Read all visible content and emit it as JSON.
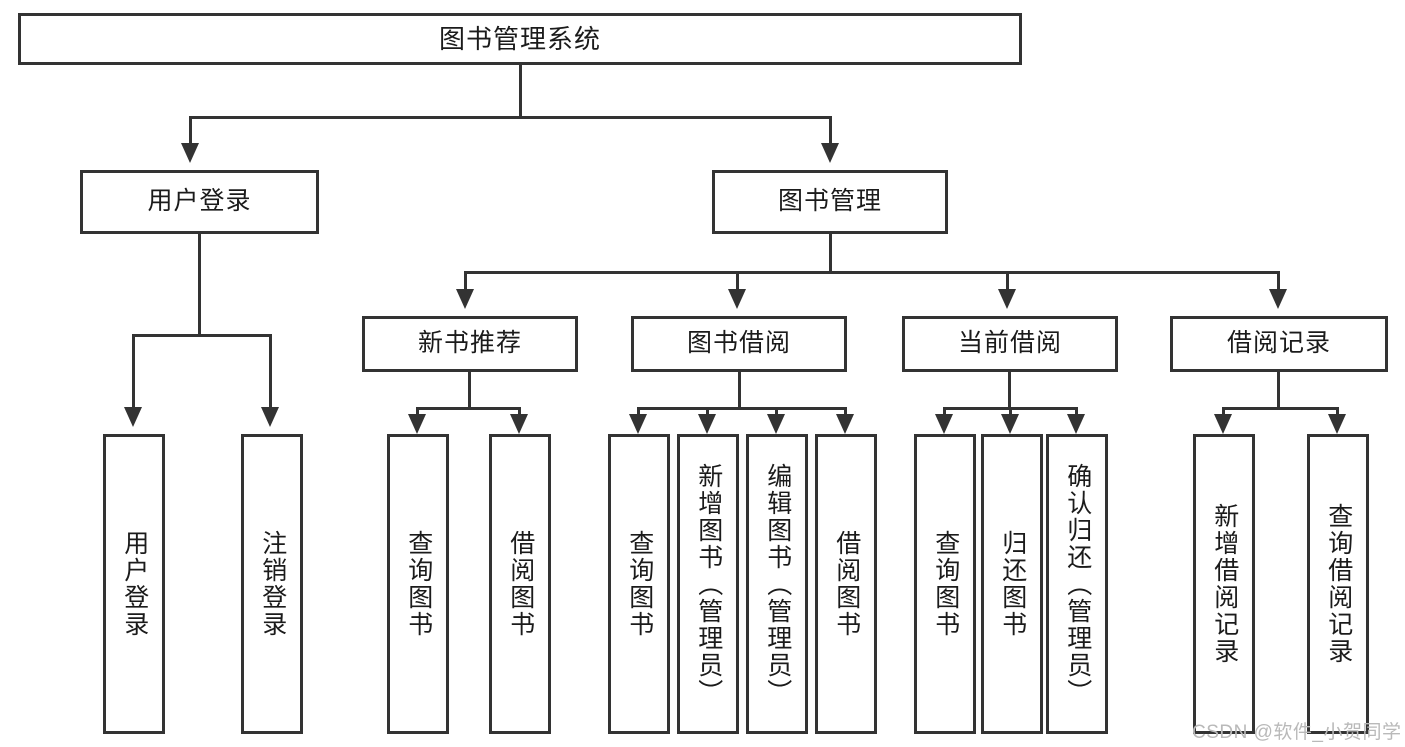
{
  "diagram": {
    "type": "tree",
    "title": "图书管理系统",
    "watermark": "CSDN @软件_小贺同学",
    "colors": {
      "line": "#333333",
      "text": "#1b1b1b",
      "background": "#ffffff",
      "watermark": "#b9b9b9"
    },
    "levels": {
      "root": {
        "label": "图书管理系统"
      },
      "branches": [
        {
          "id": "user-login",
          "label": "用户登录"
        },
        {
          "id": "book-management",
          "label": "图书管理"
        }
      ],
      "subbranches": [
        {
          "id": "new-book-recommend",
          "label": "新书推荐"
        },
        {
          "id": "book-borrow",
          "label": "图书借阅"
        },
        {
          "id": "current-borrow",
          "label": "当前借阅"
        },
        {
          "id": "borrow-record",
          "label": "借阅记录"
        }
      ],
      "leaves": [
        {
          "id": "leaf-user-login",
          "label": "用户登录",
          "parent": "user-login"
        },
        {
          "id": "leaf-logout-login",
          "label": "注销登录",
          "parent": "user-login"
        },
        {
          "id": "leaf-query-book-1",
          "label": "查询图书",
          "parent": "new-book-recommend"
        },
        {
          "id": "leaf-borrow-book-1",
          "label": "借阅图书",
          "parent": "new-book-recommend"
        },
        {
          "id": "leaf-query-book-2",
          "label": "查询图书",
          "parent": "book-borrow"
        },
        {
          "id": "leaf-add-book",
          "label": "新增图书（管理员）",
          "parent": "book-borrow"
        },
        {
          "id": "leaf-edit-book",
          "label": "编辑图书（管理员）",
          "parent": "book-borrow"
        },
        {
          "id": "leaf-borrow-book-2",
          "label": "借阅图书",
          "parent": "book-borrow"
        },
        {
          "id": "leaf-query-book-3",
          "label": "查询图书",
          "parent": "current-borrow"
        },
        {
          "id": "leaf-return-book",
          "label": "归还图书",
          "parent": "current-borrow"
        },
        {
          "id": "leaf-confirm-return",
          "label": "确认归还（管理员）",
          "parent": "current-borrow"
        },
        {
          "id": "leaf-add-record",
          "label": "新增借阅记录",
          "parent": "borrow-record"
        },
        {
          "id": "leaf-query-record",
          "label": "查询借阅记录",
          "parent": "borrow-record"
        }
      ]
    }
  }
}
